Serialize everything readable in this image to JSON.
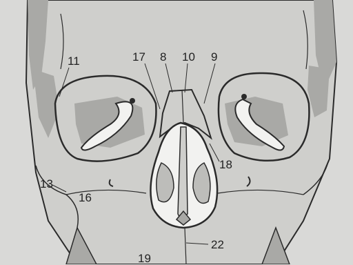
{
  "figure": {
    "labels": [
      "11",
      "17",
      "8",
      "10",
      "9",
      "18",
      "13",
      "16",
      "22",
      "19"
    ]
  },
  "colors": {
    "paper": "#d9d9d7",
    "bone_light": "#cfcfcc",
    "bone_shade": "#a9a9a6",
    "outline": "#2a2a2a",
    "cavity": "#f2f2f0"
  }
}
